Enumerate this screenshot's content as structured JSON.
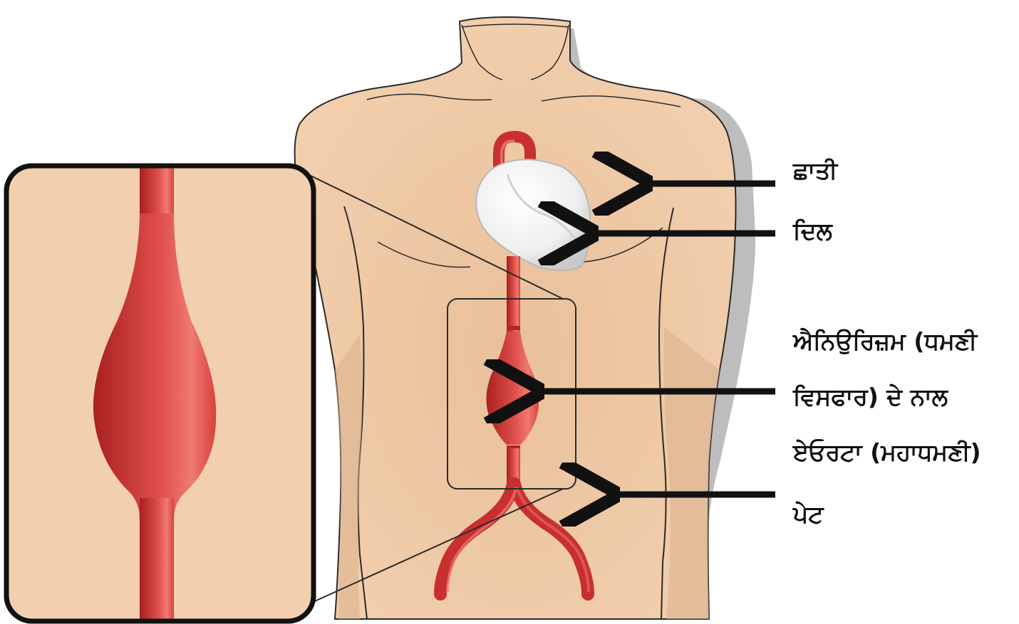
{
  "labels": {
    "chest": "ਛਾਤੀ",
    "heart": "ਦਿਲ",
    "aneurysm_line1": "ਐਨਿਉਰਿਜ਼ਮ (ਧਮਣੀ",
    "aneurysm_line2": "ਵਿਸਫਾਰ) ਦੇ ਨਾਲ",
    "aneurysm_line3": "ਏਓਰਟਾ (ਮਹਾਧਮਣੀ)",
    "abdomen": "ਪੇਟ"
  },
  "colors": {
    "skin": "#f2cfae",
    "skin_shadow": "#d8ac8a",
    "outline": "#2a2a2a",
    "aorta": "#d9403e",
    "aorta_dark": "#a8201f",
    "aorta_light": "#f07a70",
    "heart": "#f3f3f3",
    "body_shadow": "#b9b9b9",
    "arrow": "#111111"
  }
}
